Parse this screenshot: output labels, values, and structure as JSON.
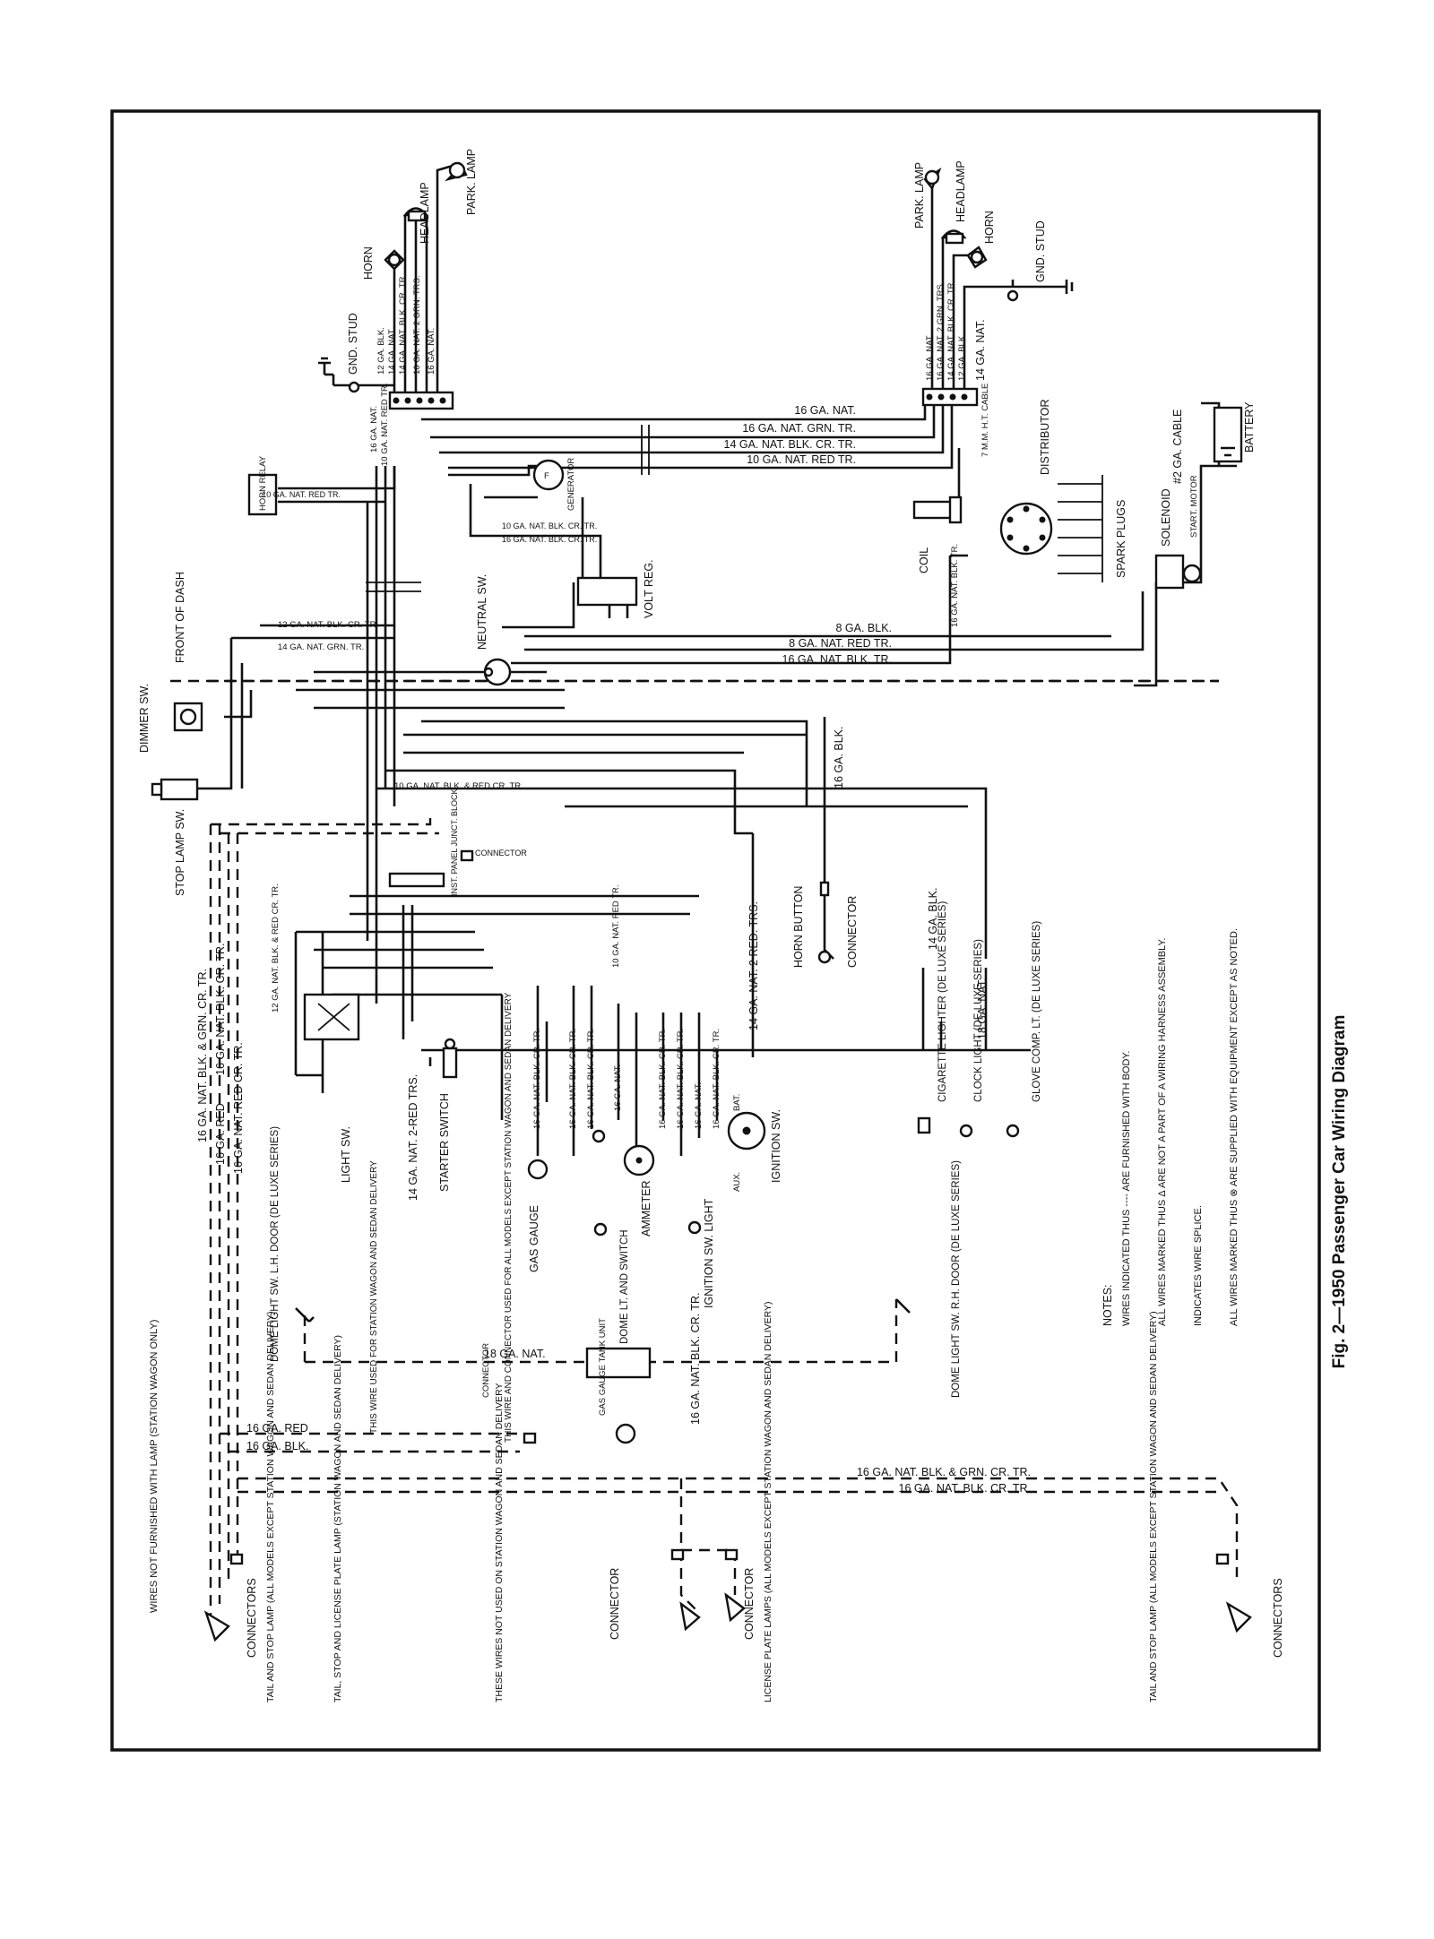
{
  "caption": "Fig. 2—1950 Passenger Car Wiring Diagram",
  "components": {
    "park_lamp_lh": "PARK. LAMP",
    "headlamp_lh": "HEADLAMP",
    "horn_lh": "HORN",
    "gnd_stud_lh": "GND. STUD",
    "park_lamp_rh": "PARK. LAMP",
    "headlamp_rh": "HEADLAMP",
    "horn_rh": "HORN",
    "gnd_stud_rh": "GND. STUD",
    "horn_relay": "HORN RELAY",
    "generator": "GENERATOR",
    "volt_reg": "VOLT REG.",
    "front_of_dash": "FRONT OF DASH",
    "dimmer_sw": "DIMMER SW.",
    "stop_lamp_sw": "STOP LAMP SW.",
    "neutral_sw": "NEUTRAL SW.",
    "coil": "COIL",
    "distributor": "DISTRIBUTOR",
    "spark_plugs": "SPARK PLUGS",
    "solenoid": "SOLENOID",
    "start_motor": "START. MOTOR",
    "battery": "BATTERY",
    "cable": "#2 GA. CABLE",
    "inst_panel_junct_block": "INST. PANEL JUNCT. BLOCK",
    "connector_top": "CONNECTOR",
    "horn_button": "HORN BUTTON",
    "connector_horn": "CONNECTOR",
    "light_sw": "LIGHT SW.",
    "starter_switch": "STARTER SWITCH",
    "gas_gauge": "GAS GAUGE",
    "ammeter": "AMMETER",
    "ignition_sw_light": "IGNITION SW. LIGHT",
    "ignition_sw": "IGNITION SW.",
    "cigarette_lighter": "CIGARETTE LIGHTER (DE LUXE SERIES)",
    "clock_light": "CLOCK LIGHT (DE LUXE SERIES)",
    "glove_comp_lt": "GLOVE COMP. LT. (DE LUXE SERIES)",
    "dome_light_sw_lh": "DOME LIGHT SW. L.H. DOOR (DE LUXE SERIES)",
    "dome_light_sw_rh": "DOME LIGHT SW. R.H. DOOR (DE LUXE SERIES)",
    "dome_lt_switch": "DOME LT. AND SWITCH",
    "gas_gauge_tank_unit": "GAS GAUGE TANK UNIT",
    "wires_not_furnished": "WIRES NOT FURNISHED WITH LAMP (STATION WAGON ONLY)",
    "connectors_lh": "CONNECTORS",
    "connectors_rh": "CONNECTORS",
    "tail_stop_lamp_lh": "TAIL AND STOP LAMP (ALL MODELS EXCEPT STATION WAGON AND SEDAN DELIVERY)",
    "tail_stop_license_lamp": "TAIL, STOP AND LICENSE PLATE LAMP (STATION WAGON AND SEDAN DELIVERY)",
    "tail_stop_lamp_rh": "TAIL AND STOP LAMP (ALL MODELS EXCEPT STATION WAGON AND SEDAN DELIVERY)",
    "wires_not_used": "THESE WIRES NOT USED ON STATION WAGON AND SEDAN DELIVERY",
    "license_plate_lamps": "LICENSE PLATE LAMPS (ALL MODELS EXCEPT STATION WAGON AND SEDAN DELIVERY)",
    "connector_lp1": "CONNECTOR",
    "connector_lp2": "CONNECTOR",
    "wire_used_sw": "THIS WIRE USED FOR STATION WAGON AND SEDAN DELIVERY",
    "wire_connector_used": "THIS WIRE AND CONNECTOR USED FOR ALL MODELS EXCEPT STATION WAGON AND SEDAN DELIVERY",
    "connector_mid": "CONNECTOR",
    "bat": "BAT.",
    "aux": "AUX."
  },
  "wires": {
    "w1": "16 GA. NAT.",
    "w2": "16 GA. NAT. GRN. TR.",
    "w3": "14 GA. NAT. BLK. CR. TR.",
    "w4": "10 GA. NAT. RED TR.",
    "w5": "16 GA. NAT.",
    "w6": "16 GA. NAT. 2 GRN. TRS.",
    "w7": "14 GA. NAT. BLK. CR. TR.",
    "w8": "12 GA. BLK.",
    "w9": "14 GA. NAT.",
    "w10": "12 GA. BLK.",
    "w11": "14 GA. NAT. BLK. CR. TR.",
    "w12": "16 GA. NAT. 2 GRN. TRS.",
    "w13": "16 GA. NAT.",
    "w14": "16 GA. NAT.",
    "w15": "10 GA. NAT. RED TR.",
    "w16": "10 GA. NAT. RED TR.",
    "w17": "10 GA. NAT. BLK. CR. TR.",
    "w18": "16 GA. NAT. BLK. CR. TR.",
    "w19": "12 GA. NAT. BLK. CR. TR.",
    "w20": "14 GA. NAT. GRN. TR.",
    "w21": "8 GA. BLK.",
    "w22": "8 GA. NAT. RED TR.",
    "w23": "16 GA. NAT. BLK. TR.",
    "w24": "16 GA. NAT. BLK. TR.",
    "w25": "7 M.M. H.T. CABLE",
    "w26": "10 GA. NAT. BLK. & RED CR. TR.",
    "w27": "16 GA. BLK.",
    "w28": "14 GA. NAT. 2 RED. TRS.",
    "w29": "14 GA. BLK.",
    "w30": "18 GA. NAT.",
    "w31": "14 GA. NAT. 2-RED TRS.",
    "w32": "16 GA. NAT. BLK. & GRN. CR. TR.",
    "w33": "16 GA. NAT. BLK. CR. TR.",
    "w34": "16 GA. RED",
    "w35": "16 GA. NAT. RED CR. TR.",
    "w36": "18 GA. NAT.",
    "w37": "16 GA. RED",
    "w38": "16 GA. BLK.",
    "w39": "16 GA. NAT. BLK. CR. TR.",
    "w40": "16 GA. NAT. BLK. & GRN. CR. TR.",
    "w41": "16 GA. NAT. BLK. CR. TR.",
    "w42": "16 GA. NAT. BLK. CR. TR.",
    "w43": "16 GA. NAT. BLK. CR. TR.",
    "w44": "16 GA. NAT.",
    "w45": "16 GA. NAT. BLK. CR. TR.",
    "w46": "16 GA. NAT. BLK. CR. TR.",
    "w47": "16 GA. NAT.",
    "w48": "16 GA. NAT. BLK. CR. TR.",
    "w49": "10 GA. NAT. RED TR.",
    "w50": "12 GA. NAT. BLK. & RED CR. TR."
  },
  "notes": {
    "title": "NOTES:",
    "n1": "WIRES INDICATED THUS ---- ARE FURNISHED WITH BODY.",
    "n2": "ALL WIRES MARKED THUS Δ ARE NOT A PART OF A WIRING HARNESS ASSEMBLY.",
    "n3": "INDICATES WIRE SPLICE.",
    "n4": "ALL WIRES MARKED THUS ⊗ ARE SUPPLIED WITH EQUIPMENT EXCEPT AS NOTED."
  },
  "icons": [
    "lamp-icon",
    "horn-icon",
    "ground-icon",
    "battery-icon",
    "coil-icon",
    "distributor-icon",
    "spark-plug-icon",
    "solenoid-icon",
    "generator-icon",
    "switch-icon",
    "gauge-icon",
    "connector-icon",
    "splice-icon"
  ]
}
